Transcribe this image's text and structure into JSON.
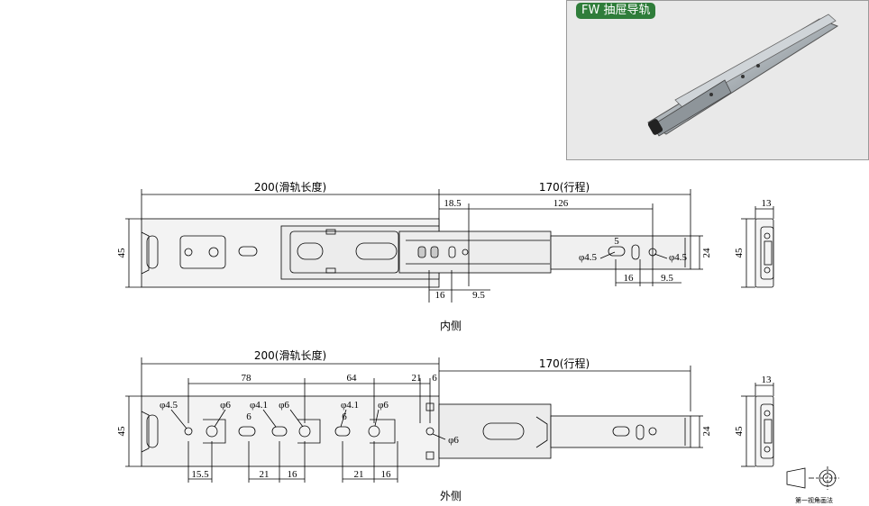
{
  "photo": {
    "badge": "FW 抽屉导轨",
    "badge_color": "#2f7d3a"
  },
  "inner_view": {
    "caption": "内侧",
    "dims": {
      "length": "200(滑轨长度)",
      "travel": "170(行程)",
      "d18_5": "18.5",
      "d126": "126",
      "height": "45",
      "h24": "24",
      "d16a": "16",
      "d9_5a": "9.5",
      "d16b": "16",
      "d9_5b": "9.5",
      "d5": "5",
      "phi45a": "φ4.5",
      "phi45b": "φ4.5"
    },
    "side": {
      "width": "13",
      "height": "45"
    }
  },
  "outer_view": {
    "caption": "外侧",
    "dims": {
      "length": "200(滑轨长度)",
      "travel": "170(行程)",
      "d78": "78",
      "d64": "64",
      "d21top": "21",
      "d6top": "6",
      "height": "45",
      "h24": "24",
      "phi45": "φ4.5",
      "phi6a": "φ6",
      "phi41a": "φ4.1",
      "phi6b": "φ6",
      "phi41b": "φ4.1",
      "phi6c": "φ6",
      "phi6d": "φ6",
      "d6a": "6",
      "d6b": "6",
      "d15_5": "15.5",
      "d21a": "21",
      "d16a": "16",
      "d21b": "21",
      "d16b": "16"
    },
    "side": {
      "width": "13",
      "height": "45"
    }
  },
  "projection_symbol": {
    "label": "第一视角画法"
  }
}
